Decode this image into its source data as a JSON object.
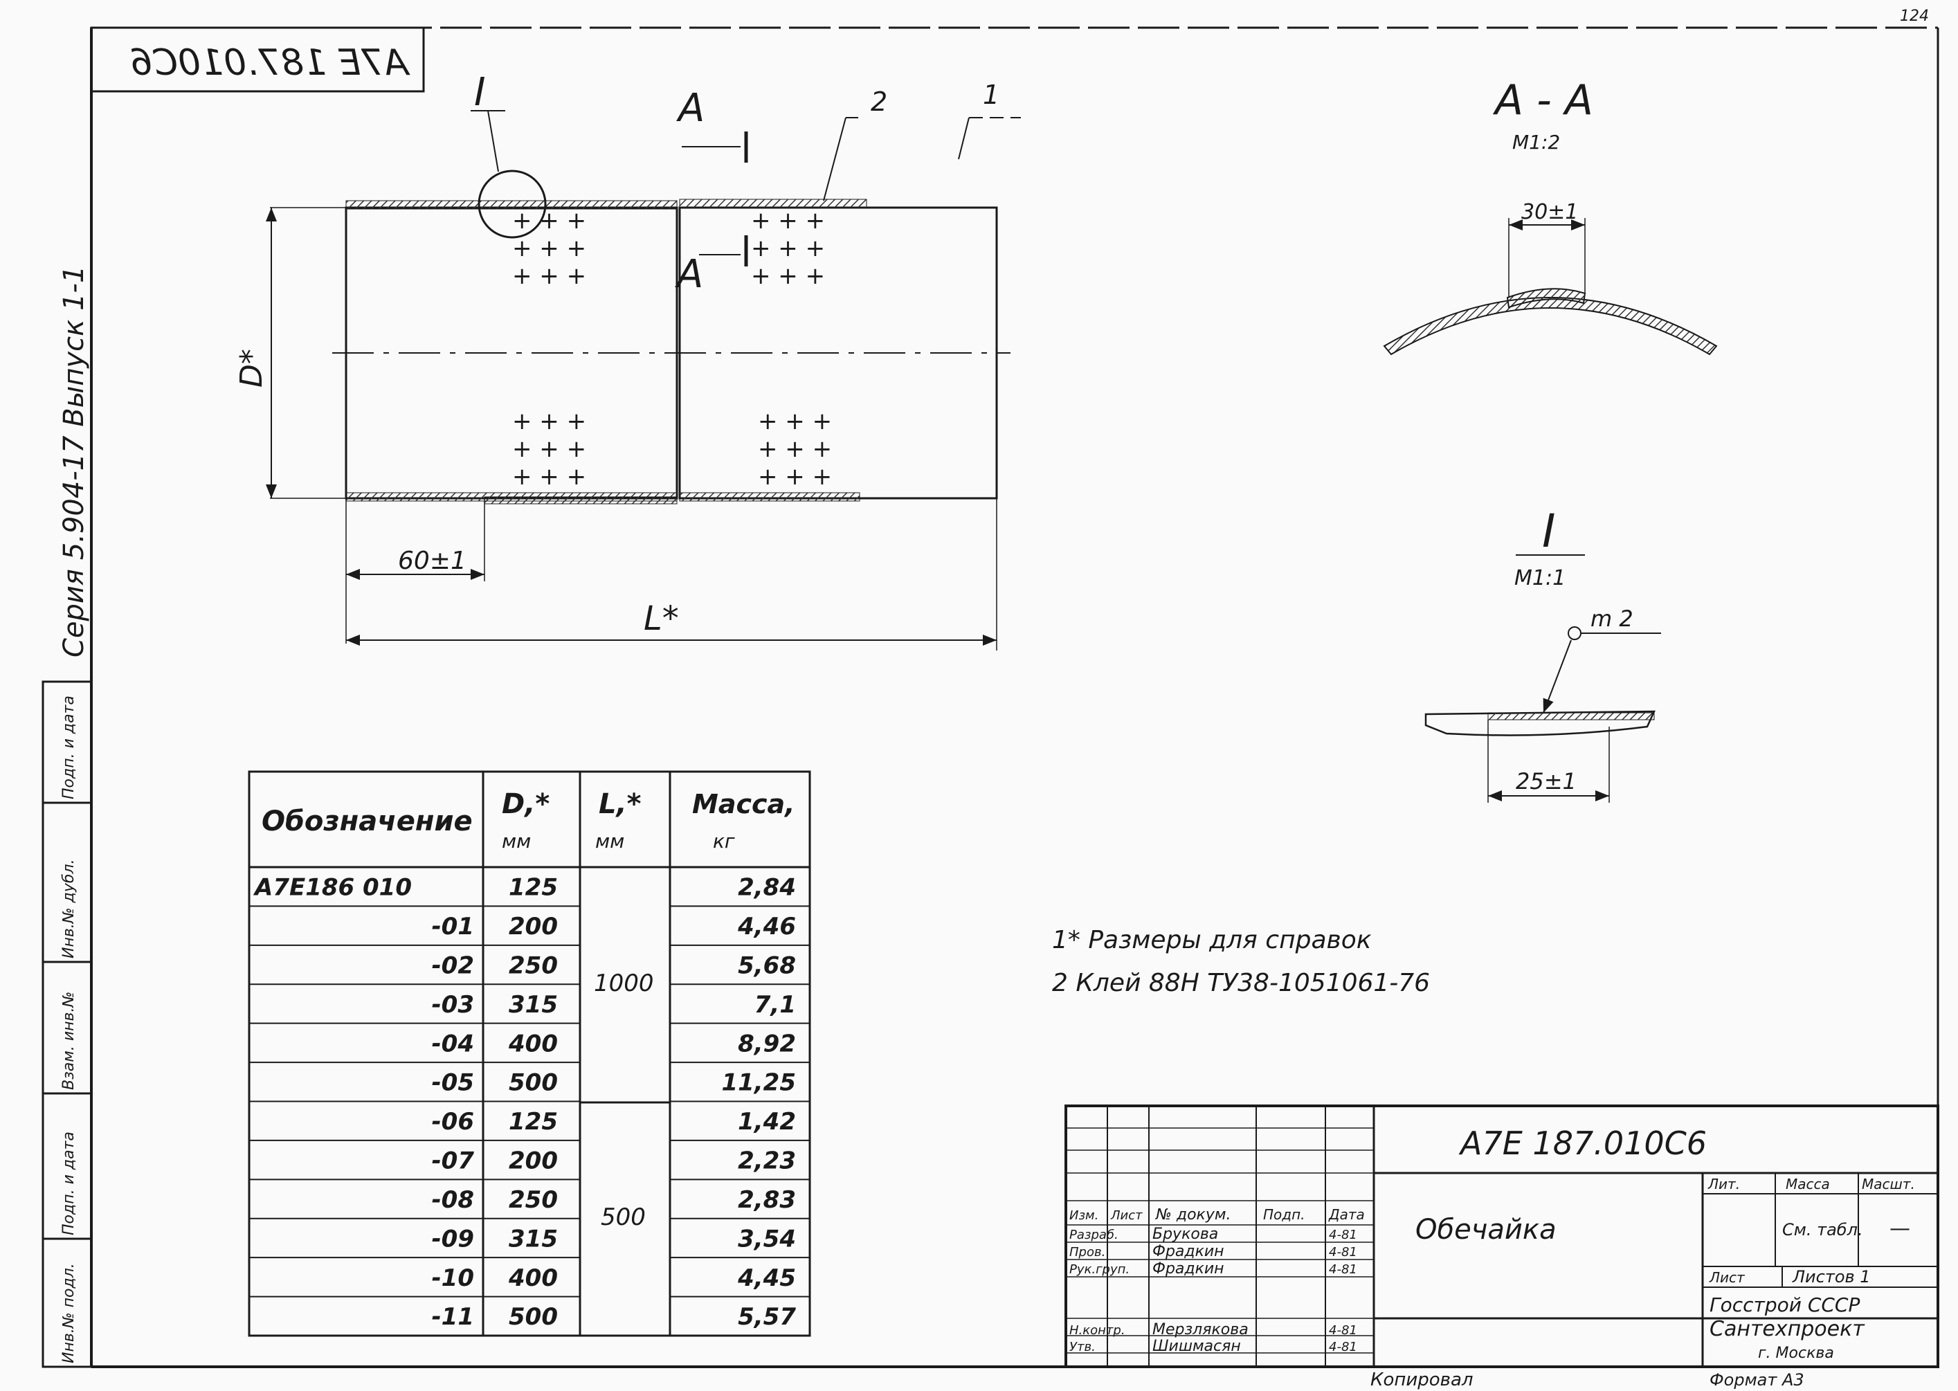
{
  "sheet_number": "124",
  "stamp_code_mirrored": "A7E 187.010C6",
  "side_series": "Серия 5.904-17  Выпуск 1-1",
  "side_stamp_labels": [
    "Подп. и дата",
    "Инв.№ дубл.",
    "Взам. инв.№",
    "Подп. и дата",
    "Инв.№ подл."
  ],
  "main_view": {
    "callout_detail": "I",
    "callout_section_letter": "A",
    "section_marker_letter": "A",
    "leader_2": "2",
    "leader_1": "1",
    "dim_D": "D*",
    "dim_60": "60±1",
    "dim_L": "L*"
  },
  "section_aa": {
    "title": "A - A",
    "scale": "M1:2",
    "dim_30": "30±1"
  },
  "detail_i": {
    "title": "I",
    "scale": "M1:1",
    "mark": "m 2",
    "dim_25": "25±1"
  },
  "table": {
    "headers": [
      {
        "main": "Обозначение",
        "sub": ""
      },
      {
        "main": "D,*",
        "sub": "мм"
      },
      {
        "main": "L,*",
        "sub": "мм"
      },
      {
        "main": "Масса,",
        "sub": "кг"
      }
    ],
    "rows": [
      {
        "code": "A7E186 010",
        "d": "125",
        "mass": "2,84"
      },
      {
        "code": "-01",
        "d": "200",
        "mass": "4,46"
      },
      {
        "code": "-02",
        "d": "250",
        "mass": "5,68"
      },
      {
        "code": "-03",
        "d": "315",
        "mass": "7,1"
      },
      {
        "code": "-04",
        "d": "400",
        "mass": "8,92"
      },
      {
        "code": "-05",
        "d": "500",
        "mass": "11,25"
      },
      {
        "code": "-06",
        "d": "125",
        "mass": "1,42"
      },
      {
        "code": "-07",
        "d": "200",
        "mass": "2,23"
      },
      {
        "code": "-08",
        "d": "250",
        "mass": "2,83"
      },
      {
        "code": "-09",
        "d": "315",
        "mass": "3,54"
      },
      {
        "code": "-10",
        "d": "400",
        "mass": "4,45"
      },
      {
        "code": "-11",
        "d": "500",
        "mass": "5,57"
      }
    ],
    "l_groups": [
      "1000",
      "500"
    ]
  },
  "notes": [
    "1* Размеры для справок",
    "2 Клей 88Н ТУ38-1051061-76"
  ],
  "title_block": {
    "code": "A7E 187.010C6",
    "name": "Обечайка",
    "roles": [
      "Изм.",
      "Лист",
      "№ докум.",
      "Подп.",
      "Дата"
    ],
    "people": [
      {
        "role": "Разраб.",
        "name": "Брукова",
        "date": "4-81"
      },
      {
        "role": "Пров.",
        "name": "Фрадкин",
        "date": "4-81"
      },
      {
        "role": "Рук.груп.",
        "name": "Фрадкин",
        "date": "4-81"
      },
      {
        "role": "Н.контр.",
        "name": "Мерзлякова",
        "date": "4-81"
      },
      {
        "role": "Утв.",
        "name": "Шишмасян",
        "date": "4-81"
      }
    ],
    "col_lit": "Лит.",
    "col_mass": "Масса",
    "col_scale": "Масшт.",
    "mass_value": "См. табл.",
    "scale_value": "—",
    "sheet": "Лист",
    "sheets": "Листов 1",
    "org_line1": "Госстрой СССР",
    "org_line2": "Сантехпроект",
    "org_line3": "г. Москва",
    "copied": "Копировал",
    "format": "Формат А3"
  }
}
